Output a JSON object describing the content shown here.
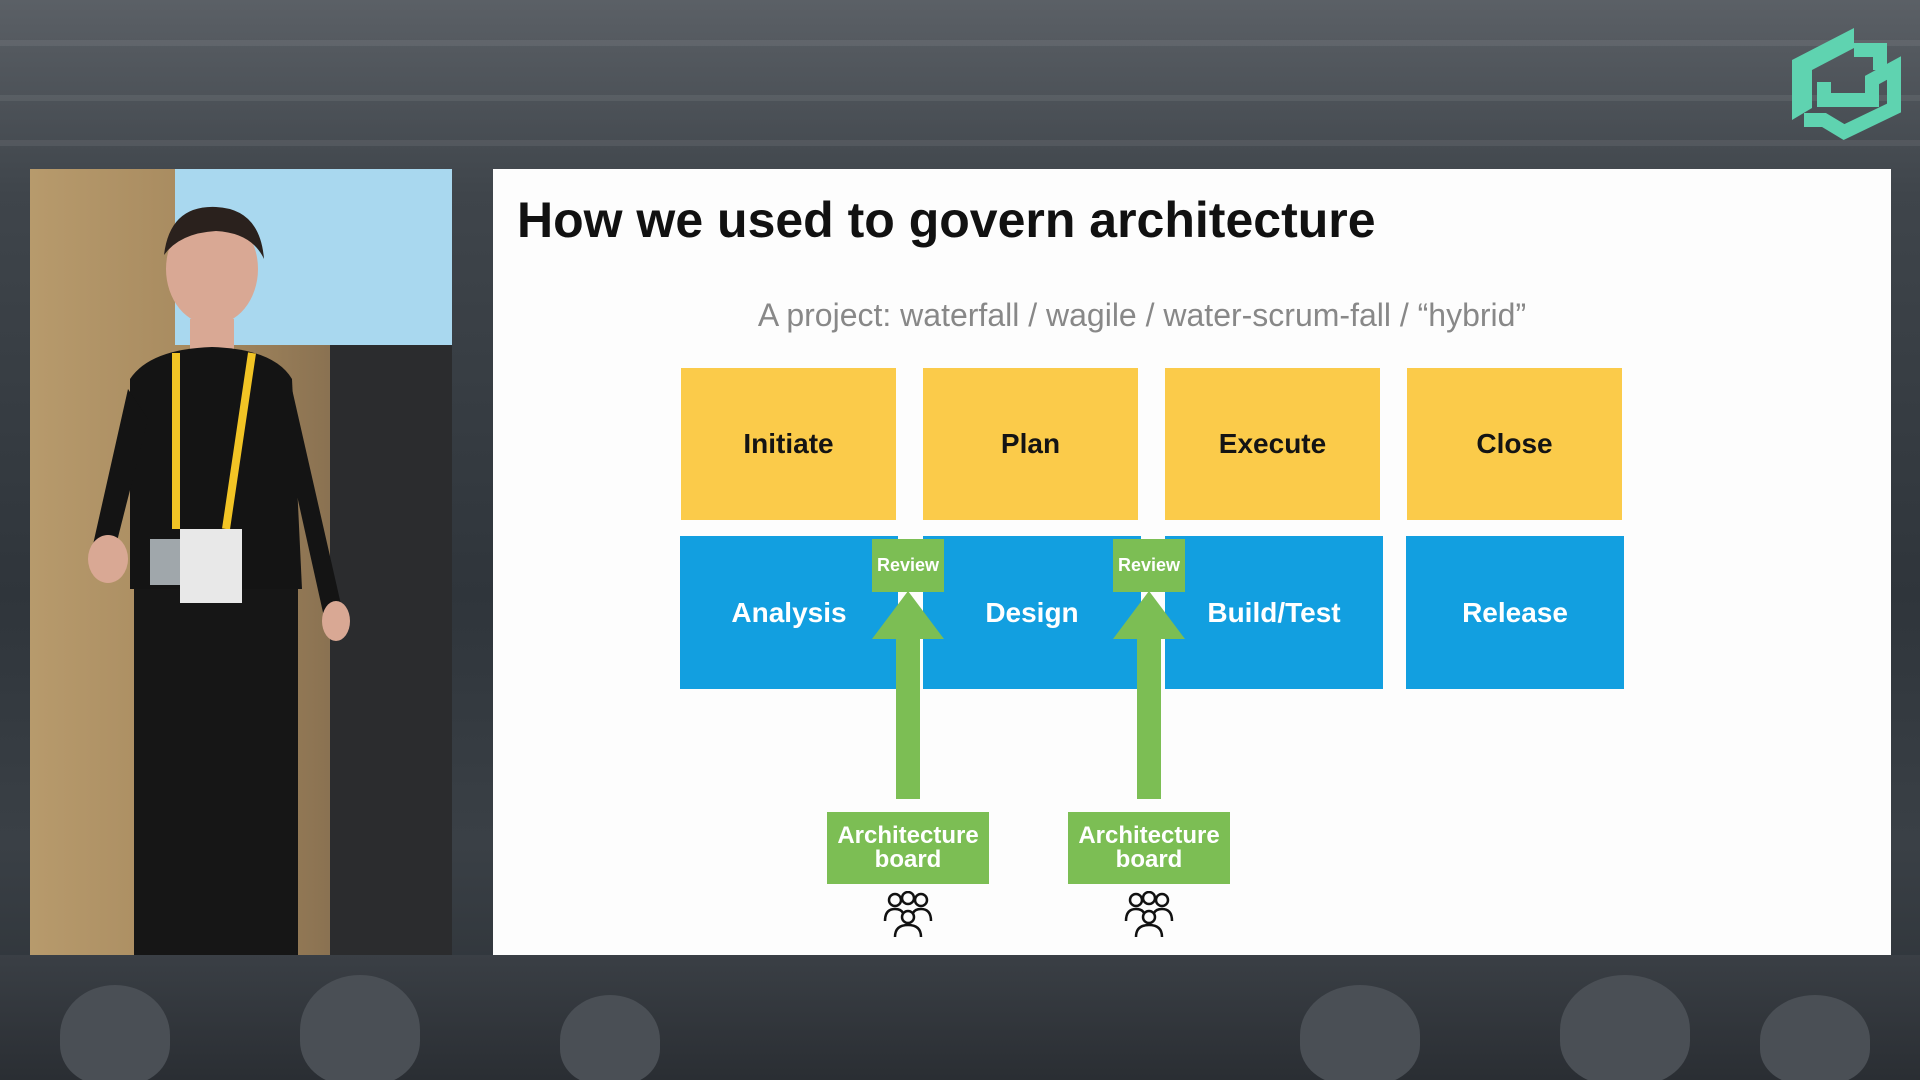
{
  "slide": {
    "title": "How we used to govern architecture",
    "subtitle": "A project: waterfall / wagile / water-scrum-fall / “hybrid”",
    "phases": [
      "Initiate",
      "Plan",
      "Execute",
      "Close"
    ],
    "activities": [
      "Analysis",
      "Design",
      "Build/Test",
      "Release"
    ],
    "reviews": [
      "Review",
      "Review"
    ],
    "boards": [
      {
        "line1": "Architecture",
        "line2": "board",
        "icon": "people-group-icon"
      },
      {
        "line1": "Architecture",
        "line2": "board",
        "icon": "people-group-icon"
      }
    ]
  },
  "colors": {
    "phase": "#fbcb4a",
    "activity": "#129fe0",
    "review": "#7cbe54",
    "logo": "#5fd3b0"
  },
  "logo": {
    "icon": "conference-logo-icon"
  }
}
